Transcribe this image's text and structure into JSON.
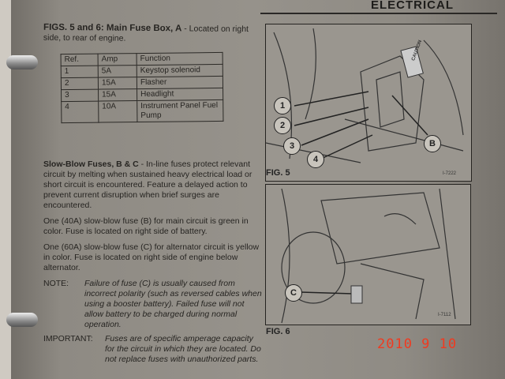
{
  "header": {
    "section": "ELECTRICAL"
  },
  "intro": {
    "lead": "FIGS.  5 and 6:  Main Fuse Box, A",
    "text": " - Located on right side, to rear of engine."
  },
  "fuse_table": {
    "headers": [
      "Ref.",
      "Amp",
      "Function"
    ],
    "rows": [
      [
        "1",
        "5A",
        "Keystop solenoid"
      ],
      [
        "2",
        "15A",
        "Flasher"
      ],
      [
        "3",
        "15A",
        "Headlight"
      ],
      [
        "4",
        "10A",
        "Instrument Panel Fuel Pump"
      ]
    ]
  },
  "slow_blow": {
    "lead": "Slow-Blow Fuses, B & C",
    "text": " - In-line fuses protect relevant circuit by melting when sustained heavy electrical load or short circuit is encountered. Feature a delayed action to prevent current disruption when brief surges are encountered.",
    "p2": "One (40A) slow-blow fuse (B) for main circuit is green in color. Fuse is located on right side of battery.",
    "p3": "One (60A) slow-blow fuse (C) for alternator circuit is yellow in color. Fuse is located on right side of engine below alternator.",
    "note_label": "NOTE:",
    "note": "Failure of fuse (C) is usually caused from incorrect polarity (such as reversed cables when using a booster battery). Failed fuse will not allow battery to be charged during normal operation.",
    "important_label": "IMPORTANT:",
    "important": "Fuses are of specific amperage capacity for the circuit in which they are located. Do not replace fuses with unauthorized parts."
  },
  "fig5": {
    "label": "FIG. 5",
    "code": "I-7222",
    "callouts": [
      "1",
      "2",
      "3",
      "4",
      "B"
    ],
    "caution": "CAUTION"
  },
  "fig6": {
    "label": "FIG. 6",
    "code": "I-7112",
    "callouts": [
      "C"
    ]
  },
  "date_stamp": "2010  9 10"
}
